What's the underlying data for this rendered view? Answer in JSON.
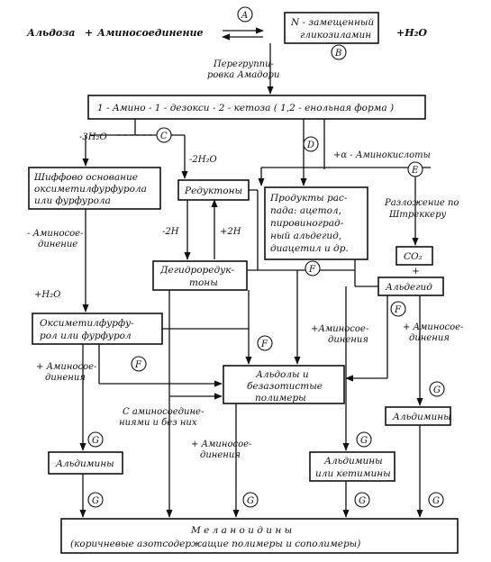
{
  "top": {
    "aldose": "Альдоза",
    "plus1": "+",
    "amino": "Аминосоединение",
    "circle_a": "A",
    "plus_h2o": "+H₂O",
    "glyco_l1": "N - замещенный",
    "glyco_l2": "гликозиламин",
    "circle_b": "B",
    "amadori_l1": "Перегруппи-",
    "amadori_l2": "ровка Амадори"
  },
  "ketose": "1 - Амино - 1 - дезокси - 2 - кетоза  ( 1,2 - енольная форма )",
  "labels": {
    "minus3h2o": "-3H₂O",
    "circle_c": "C",
    "minus2h2o": "-2H₂O",
    "circle_d": "D",
    "plus_amino_acids": "+α - Аминокислоты",
    "circle_e": "E",
    "minus_amino_l1": "- Аминосое-",
    "minus_amino_l2": "динение",
    "minus2h": "-2H",
    "plus2h": "+2H",
    "strecker_l1": "Разложение по",
    "strecker_l2": "Штреккеру",
    "plus_co2": "+",
    "plus_h2o_2": "+H₂O",
    "circle_f1": "F",
    "circle_f2": "F",
    "circle_f3": "F",
    "circle_f4": "F",
    "amino_l_a1": "+ Аминосое-",
    "amino_l_a2": "динения",
    "amino_l_b1": "+ Аминосое-",
    "amino_l_b2": "динения",
    "amino_l_c1": "+Аминосое-",
    "amino_l_c2": "динения",
    "amino_l_d1": "+ Аминосое-",
    "amino_l_d2": "динения",
    "with_l1": "С аминосоедине-",
    "with_l2": "ниями и без них",
    "circle_g1": "G",
    "circle_g2": "G",
    "circle_g3": "G",
    "circle_g4": "G",
    "circle_g5": "G",
    "circle_g6": "G",
    "circle_g7": "G"
  },
  "boxes": {
    "schiff_l1": "Шиффово основание",
    "schiff_l2": "оксиметилфурфурола",
    "schiff_l3": "или фурфурола",
    "reductones": "Редуктоны",
    "products_l1": "Продукты рас-",
    "products_l2": "пада: ацетол,",
    "products_l3": "пировиноград-",
    "products_l4": "ный альдегид,",
    "products_l5": "диацетил и др.",
    "co2": "CO₂",
    "aldehyde": "Альдегид",
    "dehydro_l1": "Дегидроредук-",
    "dehydro_l2": "тоны",
    "hmf_l1": "Оксиметилфурфу-",
    "hmf_l2": "рол или фурфурол",
    "aldols_l1": "Альдолы и",
    "aldols_l2": "безазотистые",
    "aldols_l3": "полимеры",
    "aldimines_right": "Альдимины",
    "aldimines_left": "Альдимины",
    "ketimines_l1": "Альдимины",
    "ketimines_l2": "или кетимины",
    "melan_l1": "М е л а н о и д и н ы",
    "melan_l2": "(коричневые азотсодержащие полимеры и сополимеры)"
  }
}
